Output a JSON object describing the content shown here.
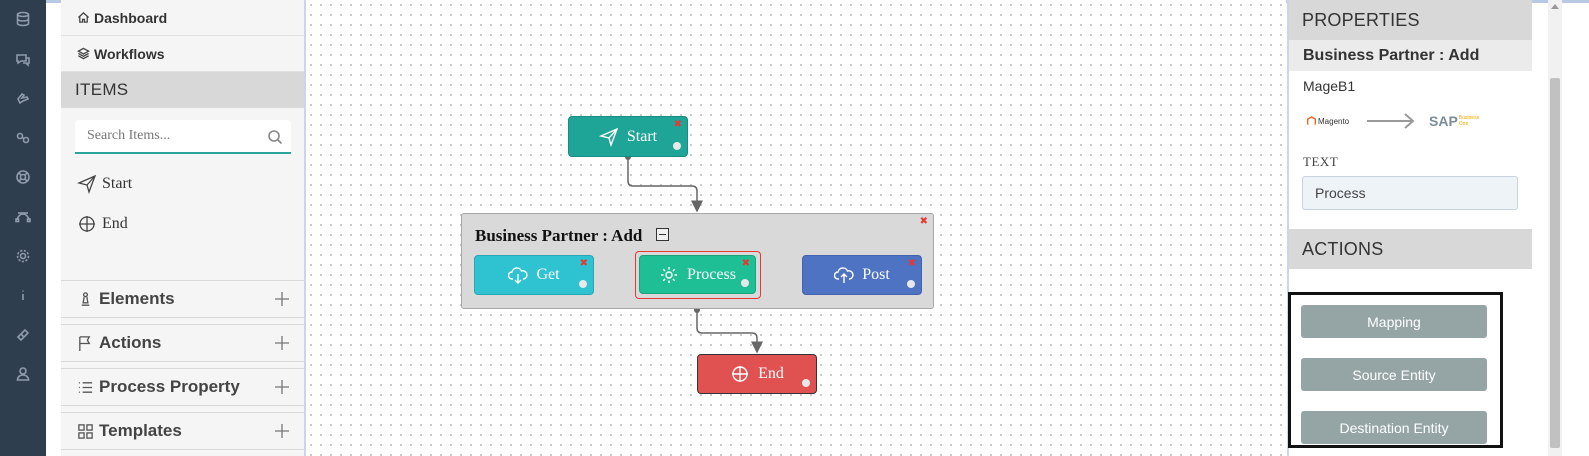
{
  "sidebar": {
    "nav": [
      {
        "label": "Dashboard",
        "icon": "home-icon"
      },
      {
        "label": "Workflows",
        "icon": "layers-icon"
      }
    ],
    "items_header": "ITEMS",
    "search_placeholder": "Search Items...",
    "palette": [
      {
        "label": "Start",
        "icon": "send-icon"
      },
      {
        "label": "End",
        "icon": "crosshair-icon"
      }
    ],
    "accordions": [
      {
        "label": "Elements",
        "icon": "chess-pawn-icon"
      },
      {
        "label": "Actions",
        "icon": "flag-icon"
      },
      {
        "label": "Process Property",
        "icon": "list-icon"
      },
      {
        "label": "Templates",
        "icon": "grid-icon"
      }
    ]
  },
  "canvas": {
    "start_node": "Start",
    "end_node": "End",
    "group_title": "Business Partner : Add",
    "group_nodes": [
      {
        "label": "Get",
        "icon": "cloud-download-icon",
        "color": "#2fc2d1"
      },
      {
        "label": "Process",
        "icon": "gear-icon",
        "color": "#1fbf96"
      },
      {
        "label": "Post",
        "icon": "cloud-upload-icon",
        "color": "#4f73c3"
      }
    ],
    "colors": {
      "start": "#1fa597",
      "end": "#e05252",
      "group_bg": "#d9d9d9"
    }
  },
  "properties": {
    "header": "PROPERTIES",
    "title": "Business Partner : Add",
    "subtitle": "MageB1",
    "logo_source": "Magento",
    "logo_target": "SAP",
    "logo_target_sub": "Business One",
    "text_label": "TEXT",
    "text_value": "Process",
    "actions_header": "ACTIONS",
    "buttons": [
      "Mapping",
      "Source Entity",
      "Destination Entity"
    ]
  }
}
